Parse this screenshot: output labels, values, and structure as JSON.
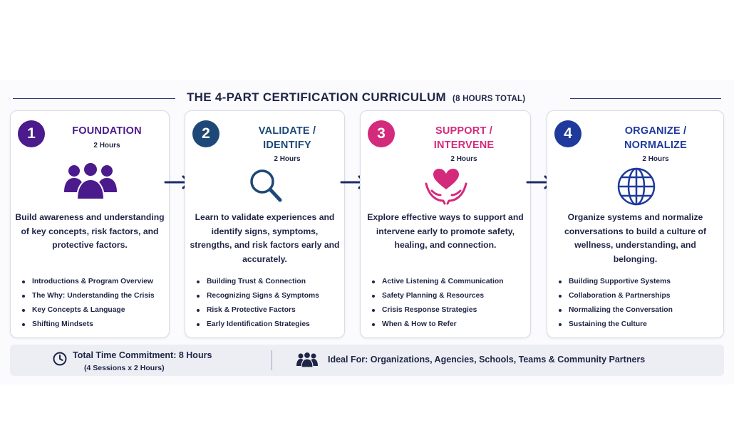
{
  "header": {
    "title": "THE 4-PART CERTIFICATION CURRICULUM",
    "subtitle": "(8 HOURS TOTAL)"
  },
  "cards": [
    {
      "number": "1",
      "title": "FOUNDATION",
      "hours": "2 Hours",
      "color": "#4b1a8c",
      "icon": "group-icon",
      "description": "Build awareness and understanding of key concepts, risk factors, and protective factors.",
      "items": [
        "Introductions & Program Overview",
        "The Why: Understanding the Crisis",
        "Key Concepts & Language",
        "Shifting Mindsets"
      ]
    },
    {
      "number": "2",
      "title": "VALIDATE /\nIDENTIFY",
      "hours": "2 Hours",
      "color": "#1d4877",
      "icon": "magnifier-icon",
      "description": "Learn to validate experiences and identify signs, symptoms, strengths, and risk factors early and accurately.",
      "items": [
        "Building Trust & Connection",
        "Recognizing Signs & Symptoms",
        "Risk & Protective Factors",
        "Early Identification Strategies"
      ]
    },
    {
      "number": "3",
      "title": "SUPPORT /\nINTERVENE",
      "hours": "2 Hours",
      "color": "#d42a7c",
      "icon": "hands-heart-icon",
      "description": "Explore effective ways to support and intervene early to promote safety, healing, and connection.",
      "items": [
        "Active Listening & Communication",
        "Safety Planning & Resources",
        "Crisis Response Strategies",
        "When & How to Refer"
      ]
    },
    {
      "number": "4",
      "title": "ORGANIZE /\nNORMALIZE",
      "hours": "2 Hours",
      "color": "#1f3a9c",
      "icon": "globe-icon",
      "description": "Organize systems and normalize conversations to build a culture of wellness, understanding, and belonging.",
      "items": [
        "Building Supportive Systems",
        "Collaboration & Partnerships",
        "Normalizing the Conversation",
        "Sustaining the Culture"
      ]
    }
  ],
  "footer": {
    "time_main": "Total Time Commitment: 8 Hours",
    "time_sub": "(4 Sessions x 2 Hours)",
    "ideal_for": "Ideal For: Organizations, Agencies, Schools, Teams & Community Partners",
    "clock_icon": "clock-icon",
    "people_icon": "people-icon"
  },
  "colors": {
    "navy": "#1f2547",
    "arrow": "#1f2a6b"
  }
}
